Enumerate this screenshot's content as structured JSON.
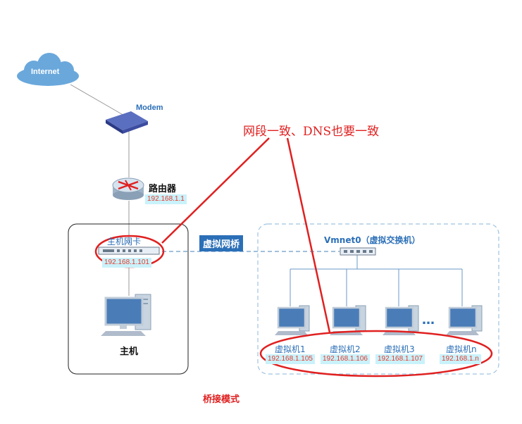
{
  "internet": {
    "label": "Internet"
  },
  "modem": {
    "label": "Modem"
  },
  "router": {
    "label": "路由器",
    "ip": "192.168.1.1"
  },
  "host": {
    "nic_label": "主机网卡",
    "nic_ip": "192.168.1.101",
    "label": "主机"
  },
  "bridge": {
    "label": "虚拟网桥"
  },
  "vswitch": {
    "label": "Vmnet0（虚拟交换机）"
  },
  "vms": [
    {
      "name": "虚拟机1",
      "ip": "192.168.1.105"
    },
    {
      "name": "虚拟机2",
      "ip": "192.168.1.106"
    },
    {
      "name": "虚拟机3",
      "ip": "192.168.1.107"
    },
    {
      "name": "虚拟机n",
      "ip": "192.168.1.n"
    }
  ],
  "dots": "…",
  "annotation": "网段一致、DNS也要一致",
  "mode_label": "桥接模式",
  "colors": {
    "red": "#e02020",
    "blue": "#2b6fb7",
    "dashed": "#9fc3e0",
    "ip_bg": "#c9f2fb"
  }
}
